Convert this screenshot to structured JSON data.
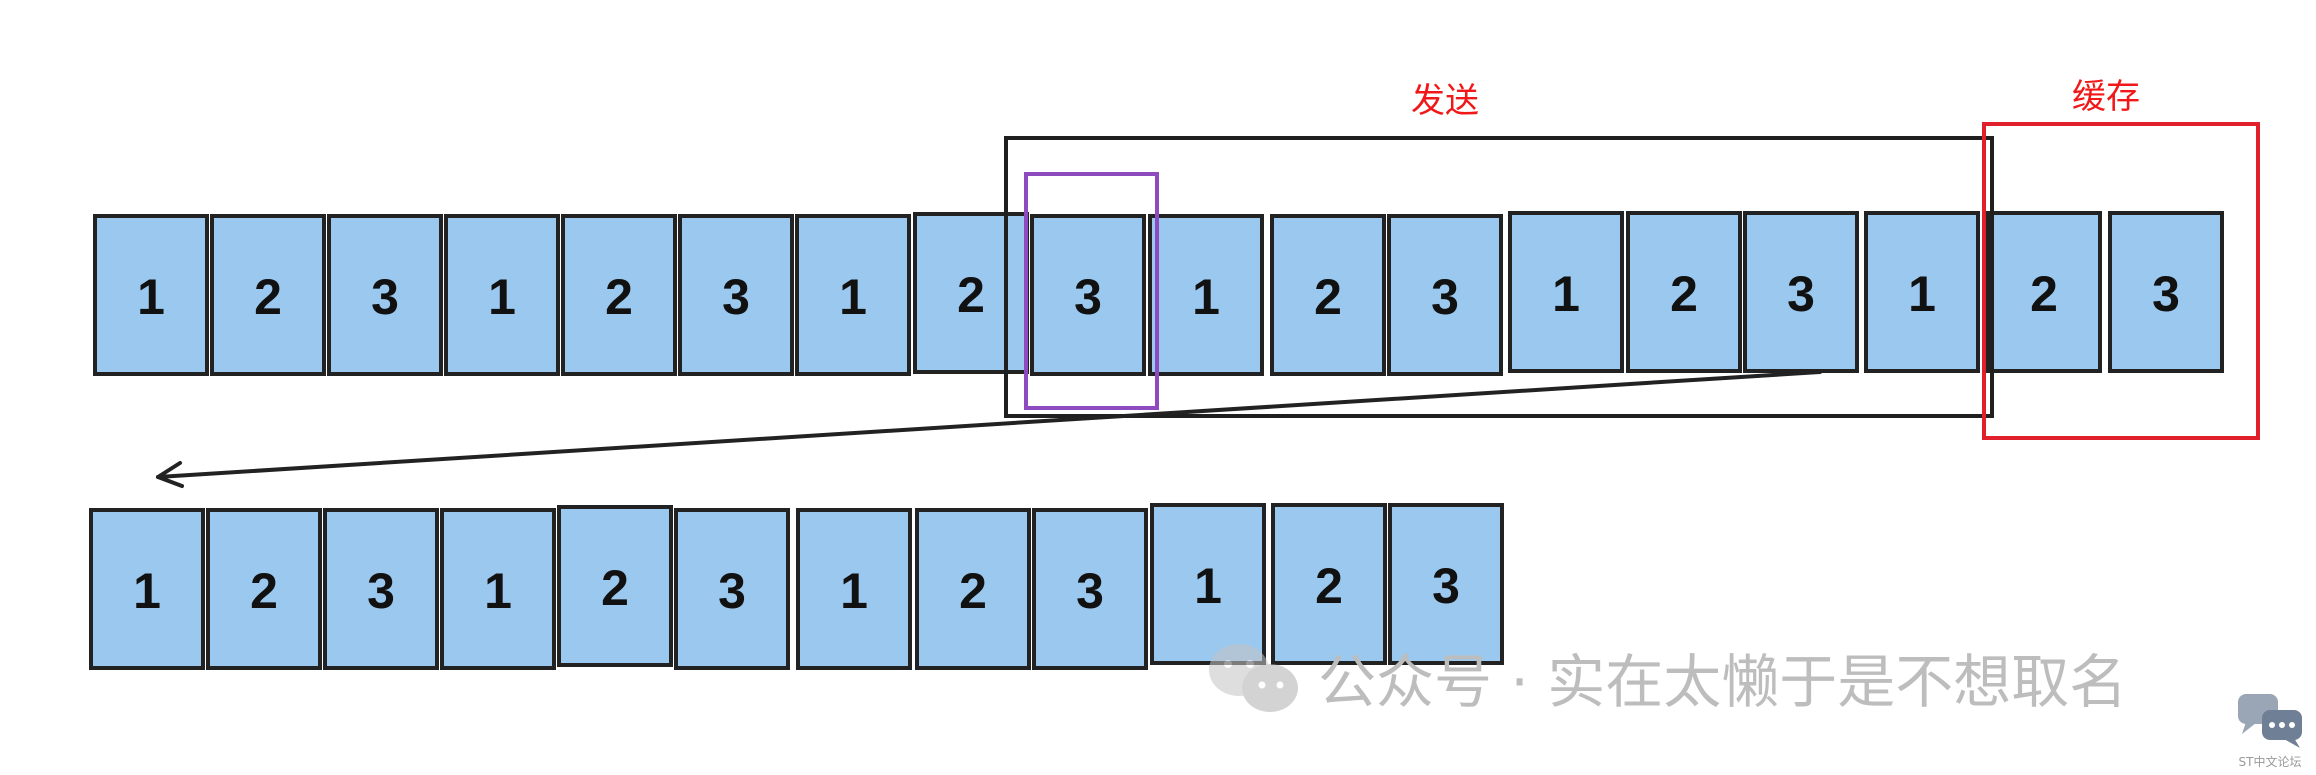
{
  "diagram": {
    "top_row": [
      "1",
      "2",
      "3",
      "1",
      "2",
      "3",
      "1",
      "2",
      "3",
      "1",
      "2",
      "3",
      "1",
      "2",
      "3",
      "1",
      "2",
      "3"
    ],
    "bottom_row": [
      "1",
      "2",
      "3",
      "1",
      "2",
      "3",
      "1",
      "2",
      "3",
      "1",
      "2",
      "3"
    ],
    "labels": {
      "send": "发送",
      "cache": "缓存"
    }
  },
  "watermark": {
    "text": "公众号 · 实在太懒于是不想取名",
    "corner_text": "ST中文论坛"
  },
  "colors": {
    "cell_fill": "#9ac8ee",
    "cell_border": "#222222",
    "send_box": "#1f1f1f",
    "cache_box": "#e0202a",
    "highlight_box": "#8e4bc0",
    "label_red": "#f01818",
    "arrow": "#222222"
  }
}
